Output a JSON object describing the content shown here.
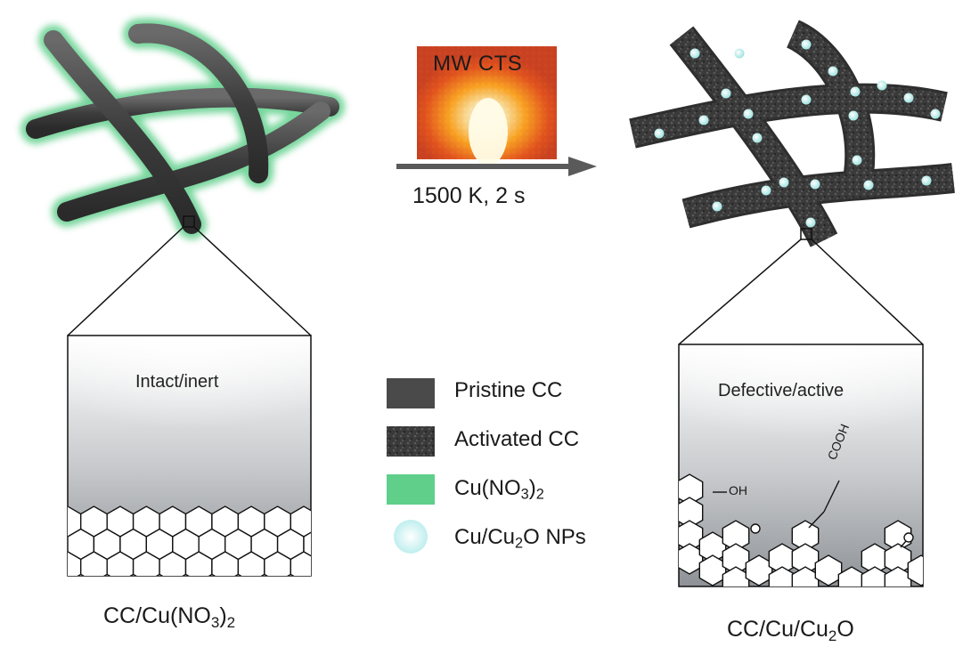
{
  "left": {
    "caption": {
      "pre": "CC/Cu(NO",
      "sub": "3",
      "post": ")",
      "sub2": "2"
    },
    "panel_label": "Intact/inert"
  },
  "right": {
    "caption": {
      "pre": "CC/Cu/Cu",
      "sub": "2",
      "post": "O"
    },
    "panel_label": "Defective/active",
    "groups": {
      "oh": "OH",
      "cooh": "COOH"
    }
  },
  "process": {
    "image_label": "MW CTS",
    "condition": "1500 K,   2 s"
  },
  "legend": {
    "items": [
      {
        "text": "Pristine CC"
      },
      {
        "text": "Activated CC"
      },
      {
        "pre": "Cu(NO",
        "sub": "3",
        "post": ")",
        "sub2": "2"
      },
      {
        "pre": "Cu/Cu",
        "sub": "2",
        "post": "O NPs"
      }
    ]
  },
  "colors": {
    "pristine": "#4a4a4a",
    "activated": "#3a3a3a",
    "cu_nitrate": "#5fcf8a",
    "nanoparticle": "#c8f0ee",
    "arrow": "#5a5a5a"
  }
}
